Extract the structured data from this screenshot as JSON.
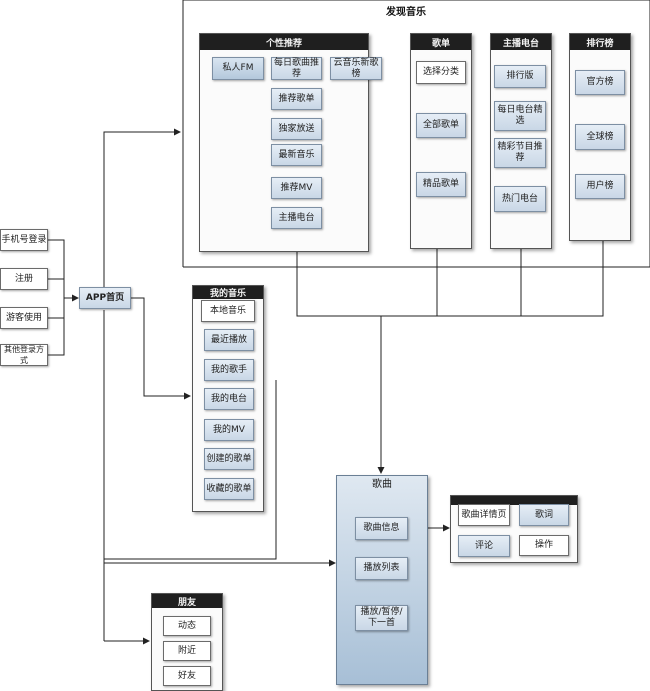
{
  "sections": {
    "discover": "发现音乐",
    "personal": "个性推荐",
    "playlist": "歌单",
    "radio": "主播电台",
    "rank": "排行榜",
    "mymusic": "我的音乐",
    "song": "歌曲",
    "friends": "朋友"
  },
  "login": [
    "手机号登录",
    "注册",
    "游客使用",
    "其他登录方式"
  ],
  "home": "APP首页",
  "personal_items": {
    "top": [
      "私人FM",
      "每日歌曲推荐",
      "云音乐新歌榜"
    ],
    "list": [
      "推荐歌单",
      "独家放送",
      "最新音乐",
      "推荐MV",
      "主播电台"
    ]
  },
  "playlist_items": [
    "选择分类",
    "全部歌单",
    "精品歌单"
  ],
  "radio_items": [
    "排行版",
    "每日电台精选",
    "精彩节目推荐",
    "热门电台"
  ],
  "rank_items": [
    "官方榜",
    "全球榜",
    "用户榜"
  ],
  "mymusic_items": [
    "本地音乐",
    "最近播放",
    "我的歌手",
    "我的电台",
    "我的MV",
    "创建的歌单",
    "收藏的歌单"
  ],
  "song_items": [
    "歌曲信息",
    "播放列表",
    "播放/暂停/下一首"
  ],
  "song_detail": {
    "page": "歌曲详情页",
    "lyrics": "歌词",
    "comment": "评论",
    "action": "操作"
  },
  "friends_items": [
    "动态",
    "附近",
    "好友"
  ]
}
